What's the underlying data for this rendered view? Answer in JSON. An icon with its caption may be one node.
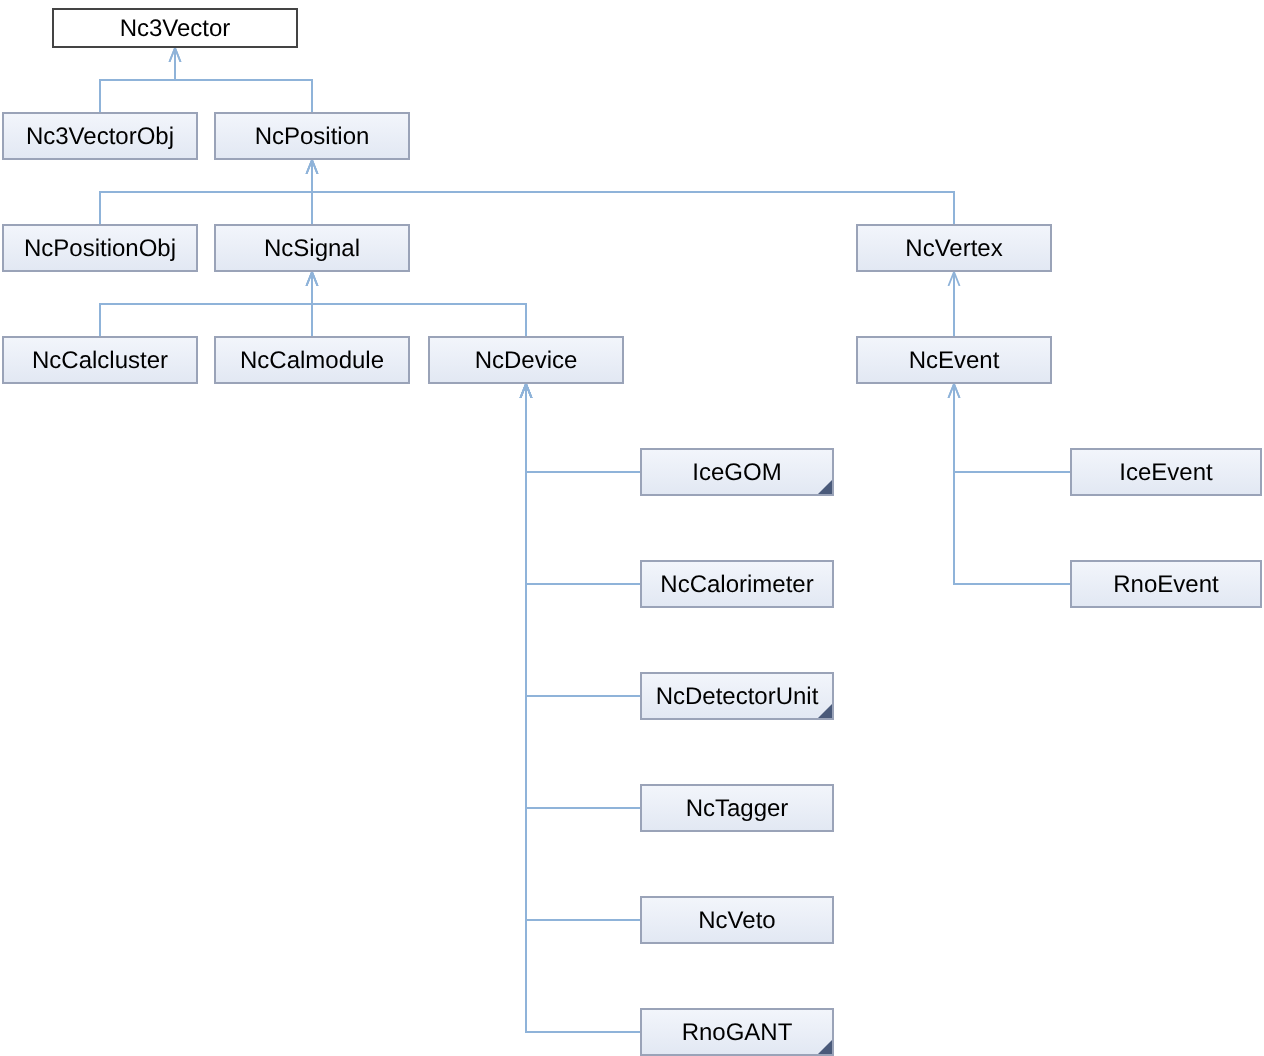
{
  "diagram": {
    "nodes": [
      {
        "text": [
          "Nc3Vector"
        ]
      },
      {
        "text": [
          "Nc3VectorObj"
        ]
      },
      {
        "text": [
          "NcPosition"
        ]
      },
      {
        "text": [
          "NcPositionObj"
        ]
      },
      {
        "text": [
          "NcSignal"
        ]
      },
      {
        "text": [
          "NcVertex"
        ]
      },
      {
        "text": [
          "NcCalcluster"
        ]
      },
      {
        "text": [
          "NcCalmodule"
        ]
      },
      {
        "text": [
          "NcDevice"
        ]
      },
      {
        "text": [
          "NcEvent"
        ]
      },
      {
        "text": [
          "IceGOM"
        ]
      },
      {
        "text": [
          "NcCalorimeter"
        ]
      },
      {
        "text": [
          "NcDetectorUnit"
        ]
      },
      {
        "text": [
          "NcTagger"
        ]
      },
      {
        "text": [
          "NcVeto"
        ]
      },
      {
        "text": [
          "RnoGANT"
        ]
      },
      {
        "text": [
          "IceEvent"
        ]
      },
      {
        "text": [
          "RnoEvent"
        ]
      }
    ],
    "edges": [
      {
        "from": 1,
        "to": 0,
        "arrow": "to"
      },
      {
        "from": 2,
        "to": 0,
        "arrow": "to"
      },
      {
        "from": 3,
        "to": 2,
        "arrow": "to"
      },
      {
        "from": 4,
        "to": 2,
        "arrow": "to"
      },
      {
        "from": 5,
        "to": 2,
        "arrow": "to"
      },
      {
        "from": 6,
        "to": 4,
        "arrow": "to"
      },
      {
        "from": 7,
        "to": 4,
        "arrow": "to"
      },
      {
        "from": 8,
        "to": 4,
        "arrow": "to"
      },
      {
        "from": 9,
        "to": 5,
        "arrow": "to"
      },
      {
        "from": 10,
        "to": 8,
        "arrow": "to"
      },
      {
        "from": 11,
        "to": 8,
        "arrow": "to"
      },
      {
        "from": 12,
        "to": 8,
        "arrow": "to"
      },
      {
        "from": 13,
        "to": 8,
        "arrow": "to"
      },
      {
        "from": 14,
        "to": 8,
        "arrow": "to"
      },
      {
        "from": 15,
        "to": 8,
        "arrow": "to"
      },
      {
        "from": 16,
        "to": 9,
        "arrow": "to"
      },
      {
        "from": 17,
        "to": 9,
        "arrow": "to"
      }
    ]
  }
}
